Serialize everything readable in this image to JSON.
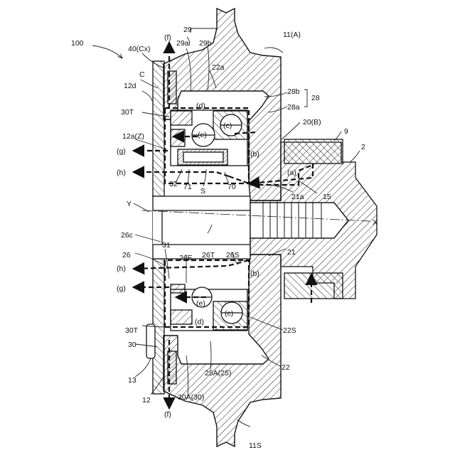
{
  "labels": {
    "fig_ref": "100",
    "sprocket_top": "11(A)",
    "sprocket_bottom": "11S",
    "cover": "40(Cx)",
    "c_label": "C",
    "c_12d": "12d",
    "c_30t_top": "30T",
    "c_12a": "12a(Z)",
    "c_29": "29",
    "c_29a": "29a",
    "c_29b": "29b",
    "c_22a": "22a",
    "c_28b": "28b",
    "c_28": "28",
    "c_28a": "28a",
    "c_20b": "20(B)",
    "c_9": "9",
    "c_2": "2",
    "c_32": "32",
    "c_71": "71",
    "c_s": "S",
    "c_70": "70",
    "c_21a": "21a",
    "c_15": "15",
    "c_y": "Y",
    "c_x": "X",
    "c_26c": "26c",
    "c_26t": "26T",
    "c_26s": "26S",
    "c_21": "21",
    "c_31": "31",
    "c_26e": "26E",
    "c_26": "26",
    "c_30t_bot": "30T",
    "c_30": "30",
    "c_13": "13",
    "c_12": "12",
    "c_22s": "22S",
    "c_22": "22",
    "c_25a": "25A(25)",
    "c_30a": "30A(30)"
  },
  "flows": {
    "f": "(f)",
    "g": "(g)",
    "h": "(h)",
    "a": "(a)",
    "b": "(b)",
    "c": "(c)",
    "d": "(d)",
    "e": "(e)"
  }
}
